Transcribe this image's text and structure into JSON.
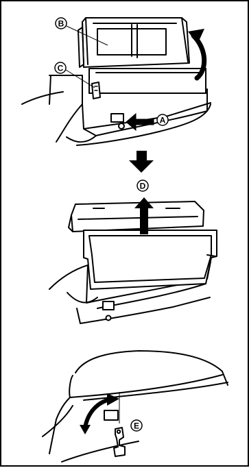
{
  "figure": {
    "title": "",
    "panels": [
      {
        "id": "panel-1",
        "description_visible": false
      },
      {
        "id": "panel-2",
        "description_visible": false
      },
      {
        "id": "panel-3",
        "description_visible": false
      }
    ],
    "callouts": {
      "A": "A",
      "B": "B",
      "C": "C",
      "D": "D",
      "E": "E"
    },
    "colors": {
      "ink": "#000000",
      "paper": "#ffffff",
      "fill_light": "#ffffff"
    }
  }
}
